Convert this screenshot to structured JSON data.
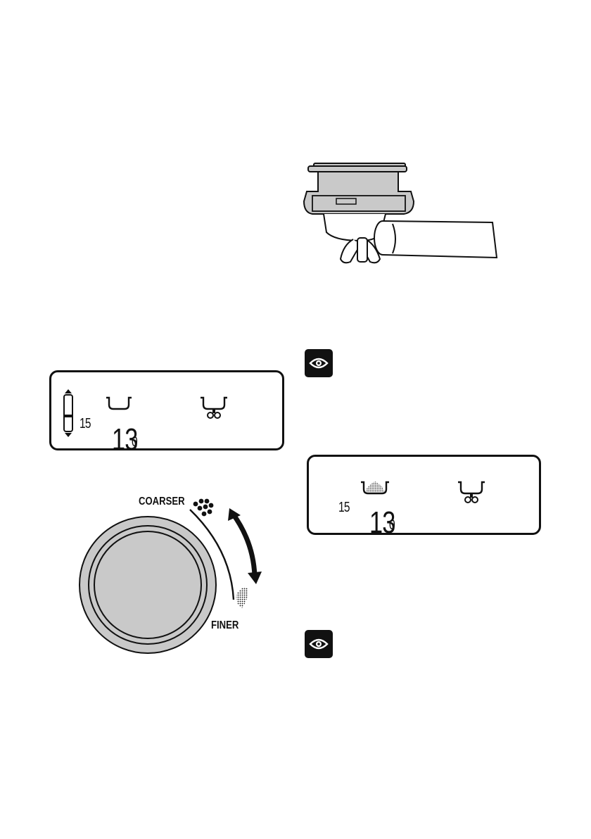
{
  "lcd_1": {
    "small_value": "15",
    "big_value": "13",
    "decimal_value": "0"
  },
  "lcd_2": {
    "small_value": "15",
    "big_value": "13",
    "decimal_value": "0"
  },
  "dial": {
    "coarser_label": "COARSER",
    "finer_label": "FINER"
  },
  "icons": {
    "eye": "eye-icon",
    "single_basket": "single-wall-basket-icon",
    "dual_basket": "dual-spout-basket-icon"
  },
  "colors": {
    "ink": "#111111",
    "portafilter_fill": "#c9c9c9"
  }
}
